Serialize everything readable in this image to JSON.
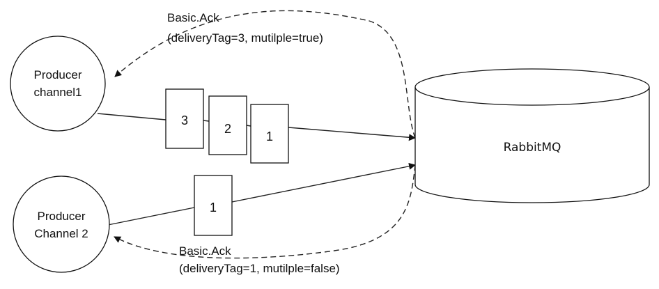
{
  "nodes": {
    "producer1": {
      "line1": "Producer",
      "line2": "channel1"
    },
    "producer2": {
      "line1": "Producer",
      "line2": "Channel 2"
    },
    "broker": {
      "label": "RabbitMQ"
    }
  },
  "messages": {
    "channel1": [
      "3",
      "2",
      "1"
    ],
    "channel2": [
      "1"
    ]
  },
  "acks": {
    "top": {
      "title": "Basic.Ack",
      "detail": "(deliveryTag=3,  mutilple=true)"
    },
    "bottom": {
      "title": "Basic.Ack",
      "detail": "(deliveryTag=1,  mutilple=false)"
    }
  }
}
